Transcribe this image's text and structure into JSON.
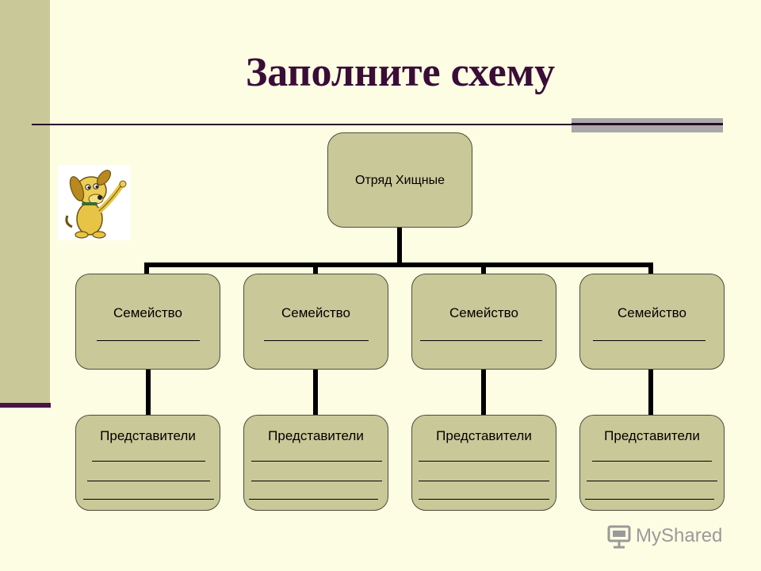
{
  "slide": {
    "title": "Заполните схему"
  },
  "diagram": {
    "root": {
      "label": "Отряд Хищные"
    },
    "families": [
      {
        "label": "Семейство",
        "representatives_label": "Представители"
      },
      {
        "label": "Семейство",
        "representatives_label": "Представители"
      },
      {
        "label": "Семейство",
        "representatives_label": "Представители"
      },
      {
        "label": "Семейство",
        "representatives_label": "Представители"
      }
    ]
  },
  "watermark": {
    "text": "MyShared"
  },
  "colors": {
    "background": "#fdfde4",
    "box_fill": "#c9c899",
    "title": "#3a0d38",
    "sidebar": "#c9c899"
  },
  "icons": {
    "illustration": "dog-pointing-icon",
    "watermark": "presentation-board-icon"
  }
}
